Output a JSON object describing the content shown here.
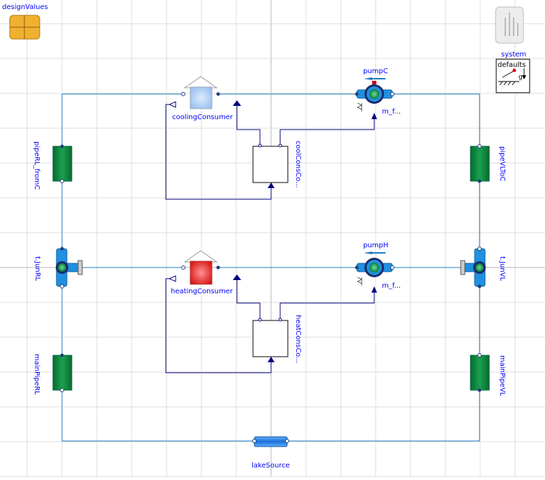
{
  "colors": {
    "grid": "#dcdcdc",
    "axis": "#b4b4b4",
    "wire": "#1e7bbf",
    "signal": "#00007f",
    "label": "#0000ff",
    "pipe_green": "#0a8a3c",
    "pump_blue": "#2090e0",
    "cooling_fill": "#a8c8f0",
    "heating_fill": "#e02020",
    "lake_fill": "#2a80e0"
  },
  "labels": {
    "design_values": "designValues",
    "system": "system",
    "system_defaults": "defaults",
    "system_g": "g",
    "pump_c": "pumpC",
    "pump_h": "pumpH",
    "pump_c_input": "m_f...",
    "pump_h_input": "m_f...",
    "cooling_consumer": "coolingConsumer",
    "heating_consumer": "heatingConsumer",
    "cool_cons_control": "coolConsCo...",
    "heat_cons_control": "heatConsCo...",
    "pipe_rl_from_c": "pipeRL_fromC",
    "pipe_vl_to_c": "pipeVLToC",
    "junc_rl": "t.JunRL",
    "junc_vl": "t.JunVL",
    "main_pipe_rl": "mainPipeRL",
    "main_pipe_vl": "mainPipeVL",
    "lake_source": "lakeSource"
  },
  "icons": {
    "design_values": "record-icon",
    "system": "system-defaults-icon",
    "pump": "pump-icon",
    "pipe": "pipe-icon",
    "junction": "junction-icon",
    "consumer": "consumer-icon",
    "controller": "controller-block-icon",
    "lake": "lake-source-icon"
  }
}
